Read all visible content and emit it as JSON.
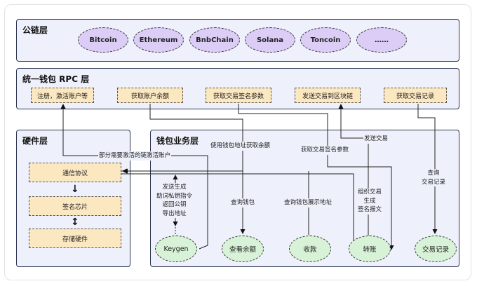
{
  "chain_layer": {
    "title": "公链层",
    "chains": [
      "Bitcoin",
      "Ethereum",
      "BnbChain",
      "Solana",
      "Toncoin",
      "……"
    ]
  },
  "rpc_layer": {
    "title": "统一钱包 RPC 层",
    "items": [
      "注册，激活账户等",
      "获取账户余额",
      "获取交易签名参数",
      "发送交易到区块链",
      "获取交易记录"
    ]
  },
  "hardware_layer": {
    "title": "硬件层",
    "items": [
      "通信协议",
      "签名芯片",
      "存储硬件"
    ]
  },
  "wallet_layer": {
    "title": "钱包业务层",
    "nodes": [
      "Keygen",
      "查看余额",
      "收款",
      "转账",
      "交易记录"
    ]
  },
  "labels": {
    "activate": "部分需要激活的链激活账户",
    "balance_by_address": "使用钱包地址获取余额",
    "send_tx": "发送交易",
    "get_sign_params": "获取交易签名参数",
    "query_records": [
      "查询",
      "交易记录"
    ],
    "keygen_steps": [
      "发送生成",
      "助词私钥指令",
      "返回公钥",
      "导出地址"
    ],
    "query_wallet": "查询钱包",
    "query_wallet_show_address": "查询钱包展示地址",
    "build_tx": [
      "组织交易",
      "生成",
      "签名报文"
    ]
  }
}
